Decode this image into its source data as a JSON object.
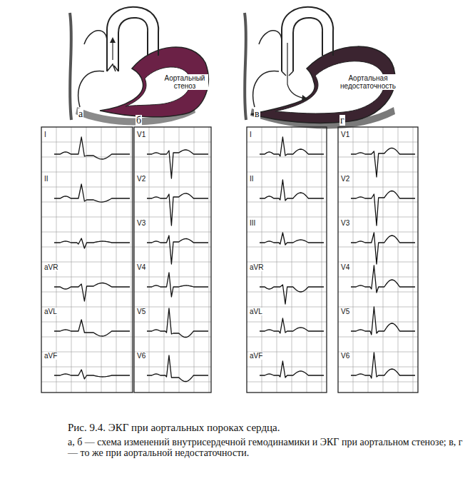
{
  "diagram": {
    "caption": "Рис. 9.4. ЭКГ при аортальных пороках сердца.",
    "labels": [
      "Аортальный стеноз",
      "а",
      "Аортальная недостаточность",
      "в",
      "б",
      "г",
      "I",
      "II",
      "aVR",
      "aVL",
      "aVF",
      "V1",
      "V2",
      "V3",
      "V4",
      "V5",
      "V6",
      "I",
      "II",
      "III",
      "aVR",
      "aVL",
      "aVF",
      "V1",
      "V2",
      "V3",
      "V4",
      "V5",
      "V6",
      "а, б — схема изменений внутрисердечной гемодинамики и ЭКГ при аортальном стенозе; в, г — то же при аортальной недостаточности."
    ]
  }
}
